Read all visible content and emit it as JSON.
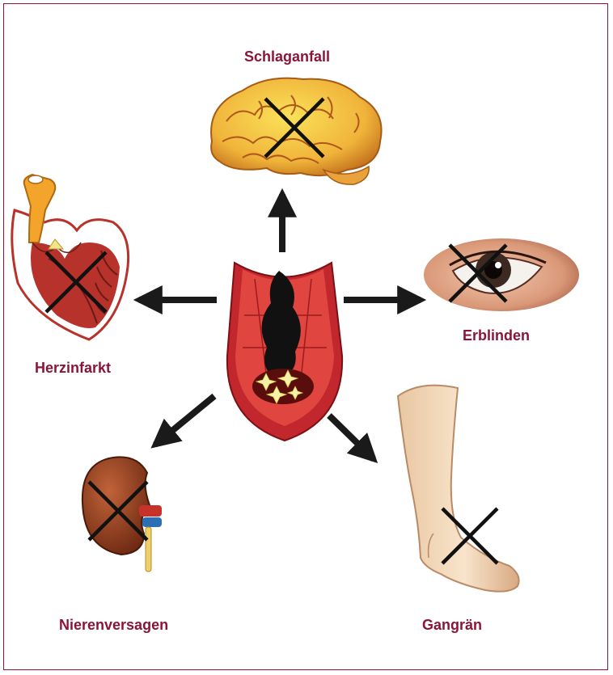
{
  "labels": {
    "stroke": "Schlaganfall",
    "heart_attack": "Herzinfarkt",
    "blindness": "Erblinden",
    "kidney_failure": "Nierenversagen",
    "gangrene": "Gangrän"
  },
  "colors": {
    "border": "#8a1538",
    "label": "#8a1538",
    "arrow": "#1a1a1a",
    "cross": "#111111"
  },
  "icons": {
    "center": "artery-cross-section-icon",
    "stroke": "brain-icon",
    "heart_attack": "heart-icon",
    "blindness": "eye-icon",
    "kidney_failure": "kidney-icon",
    "gangrene": "leg-foot-icon"
  }
}
